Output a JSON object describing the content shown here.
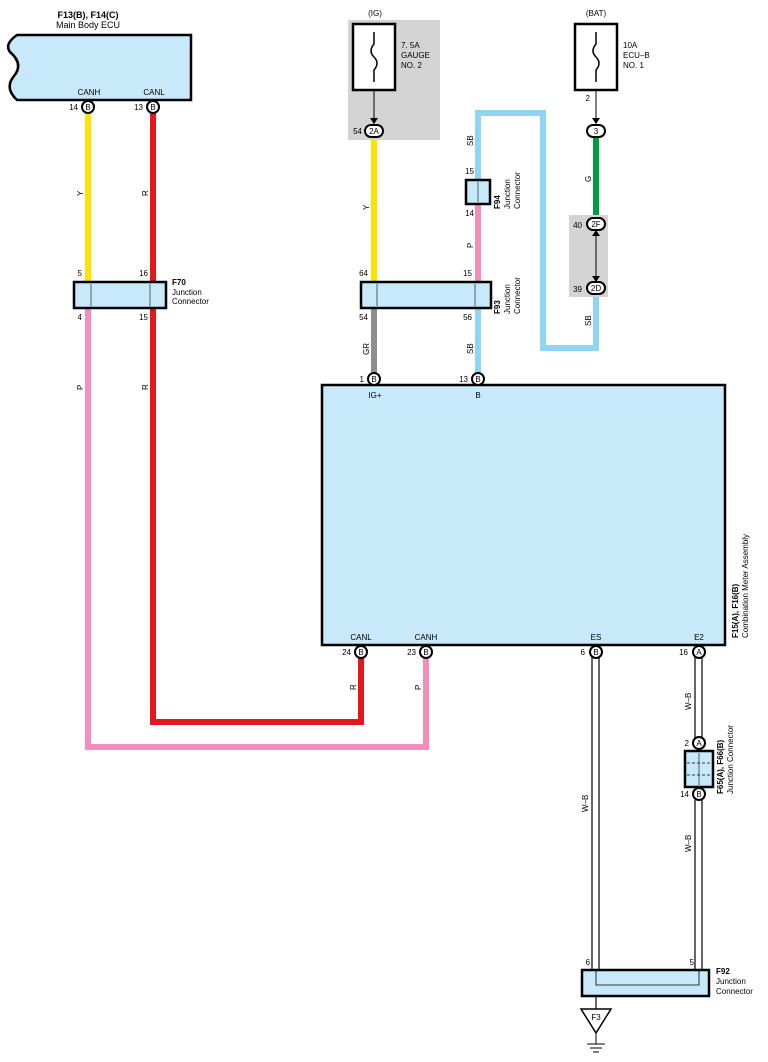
{
  "colors": {
    "ecu_fill": "#c8e9fa",
    "fuse_fill": "#d4d4d4",
    "yellow": "#ffe300",
    "red": "#e5161e",
    "pink": "#f48cbc",
    "lightblue": "#8fd4f2",
    "green": "#009d3c",
    "gray": "#8e8e8e"
  },
  "main_body_ecu": {
    "code": "F13(B), F14(C)",
    "name": "Main Body ECU",
    "canh": "CANH",
    "canl": "CANL",
    "pin_canh": "14",
    "pin_canl": "13",
    "conn": "B"
  },
  "fuse_gauge": {
    "supply": "(IG)",
    "line1": "7. 5A",
    "line2": "GAUGE",
    "line3": "NO. 2",
    "pin": "54",
    "conn": "2A"
  },
  "fuse_ecub": {
    "supply": "(BAT)",
    "line1": "10A",
    "line2": "ECU–B",
    "line3": "NO. 1",
    "pin_top": "2",
    "conn": "3"
  },
  "f70": {
    "code": "F70",
    "line1": "Junction",
    "line2": "Connector",
    "pin_tl": "5",
    "pin_tr": "16",
    "pin_bl": "4",
    "pin_br": "15"
  },
  "f93": {
    "code": "F93",
    "line1": "Junction",
    "line2": "Connector",
    "pin_tl": "64",
    "pin_tr": "15",
    "pin_bl": "54",
    "pin_br": "56"
  },
  "f94": {
    "code": "F94",
    "line1": "Junction",
    "line2": "Connector",
    "pin_top": "15",
    "pin_bot": "14"
  },
  "splice_2f_2d": {
    "pin_top": "40",
    "conn_top": "2F",
    "pin_bot": "39",
    "conn_bot": "2D"
  },
  "meter": {
    "code": "F15(A), F16(B)",
    "name": "Combination Meter Assembly",
    "ig": "IG+",
    "b": "B",
    "canl": "CANL",
    "canh": "CANH",
    "es": "ES",
    "e2": "E2",
    "pin_ig": "1",
    "pin_b": "13",
    "pin_canl": "24",
    "pin_canh": "23",
    "pin_es": "6",
    "pin_e2": "16",
    "conn_b": "B",
    "conn_a": "A"
  },
  "f65": {
    "code": "F65(A), F66(B)",
    "name": "Junction Connector",
    "pin_top": "2",
    "conn_top": "A",
    "pin_bot": "14",
    "conn_bot": "B"
  },
  "f92": {
    "code": "F92",
    "line1": "Junction",
    "line2": "Connector",
    "pin_left": "6",
    "pin_right": "5"
  },
  "ground": {
    "label": "F3"
  },
  "wire_labels": {
    "y": "Y",
    "r": "R",
    "p": "P",
    "sb": "SB",
    "g": "G",
    "gr": "GR",
    "wb": "W–B"
  }
}
